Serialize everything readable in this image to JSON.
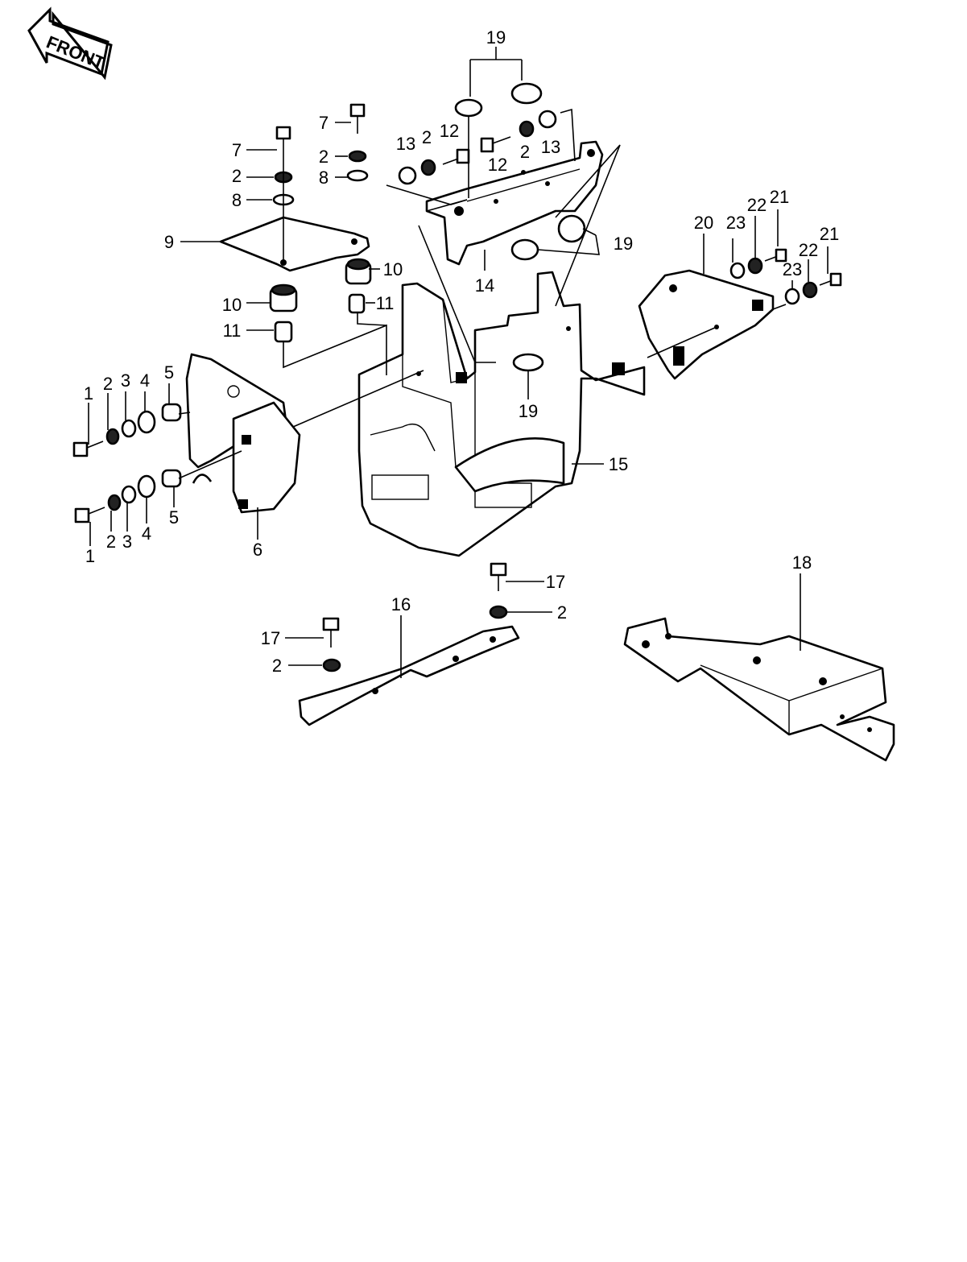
{
  "front_badge": {
    "text": "FRONT"
  },
  "callouts": {
    "c19_top": "19",
    "c7_a": "7",
    "c7_b": "7",
    "c2_a": "2",
    "c2_b": "2",
    "c8_a": "8",
    "c8_b": "8",
    "c9": "9",
    "c10_a": "10",
    "c10_b": "10",
    "c11_a": "11",
    "c11_b": "11",
    "c13_a": "13",
    "c2_c": "2",
    "c12_a": "12",
    "c12_b": "12",
    "c2_d": "2",
    "c13_b": "13",
    "c14": "14",
    "c19_right": "19",
    "c19_mid": "19",
    "c20": "20",
    "c23_a": "23",
    "c22_a": "22",
    "c21_a": "21",
    "c21_b": "21",
    "c22_b": "22",
    "c23_b": "23",
    "c1_a": "1",
    "c2_e": "2",
    "c3_a": "3",
    "c4_a": "4",
    "c5_a": "5",
    "c1_b": "1",
    "c2_f": "2",
    "c3_b": "3",
    "c4_b": "4",
    "c5_b": "5",
    "c6": "6",
    "c15": "15",
    "c17_a": "17",
    "c2_g": "2",
    "c16": "16",
    "c17_b": "17",
    "c2_h": "2",
    "c18": "18"
  }
}
